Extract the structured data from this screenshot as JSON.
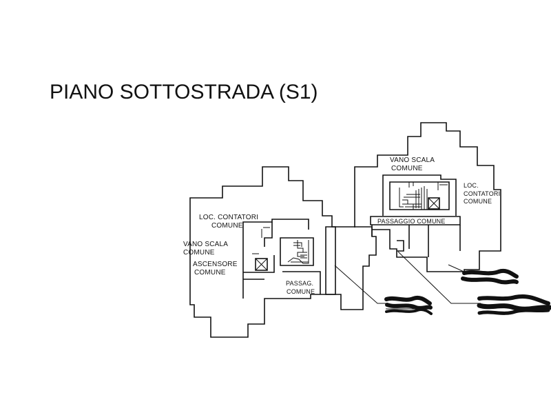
{
  "title": "PIANO SOTTOSTRADA (S1)",
  "labels": {
    "loc_contatori_left_1": "LOC. CONTATORI",
    "loc_contatori_left_2": "COMUNE",
    "vano_scala_left_1": "VANO SCALA",
    "vano_scala_left_2": "COMUNE",
    "ascensore_1": "ASCENSORE",
    "ascensore_2": "COMUNE",
    "passag_left_1": "PASSAG.",
    "passag_left_2": "COMUNE",
    "vano_scala_right_1": "VANO SCALA",
    "vano_scala_right_2": "COMUNE",
    "loc_right_1": "LOC.",
    "loc_right_2": "CONTATORI",
    "loc_right_3": "COMUNE",
    "passaggio_comune": "PASSAGGIO COMUNE"
  }
}
